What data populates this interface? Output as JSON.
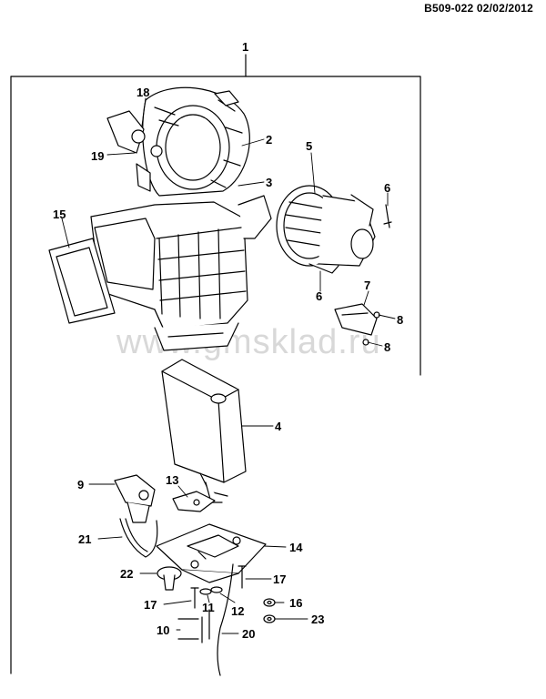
{
  "header": {
    "code_date": "B509-022  02/02/2012"
  },
  "watermark": "www.gmsklad.ru",
  "callouts": {
    "c1": "1",
    "c2": "2",
    "c3": "3",
    "c4": "4",
    "c5": "5",
    "c6a": "6",
    "c6b": "6",
    "c7": "7",
    "c8a": "8",
    "c8b": "8",
    "c9": "9",
    "c10": "10",
    "c11": "11",
    "c12": "12",
    "c13": "13",
    "c14": "14",
    "c15": "15",
    "c16": "16",
    "c17a": "17",
    "c17b": "17",
    "c18": "18",
    "c19": "19",
    "c20": "20",
    "c21": "21",
    "c22": "22",
    "c23": "23"
  }
}
